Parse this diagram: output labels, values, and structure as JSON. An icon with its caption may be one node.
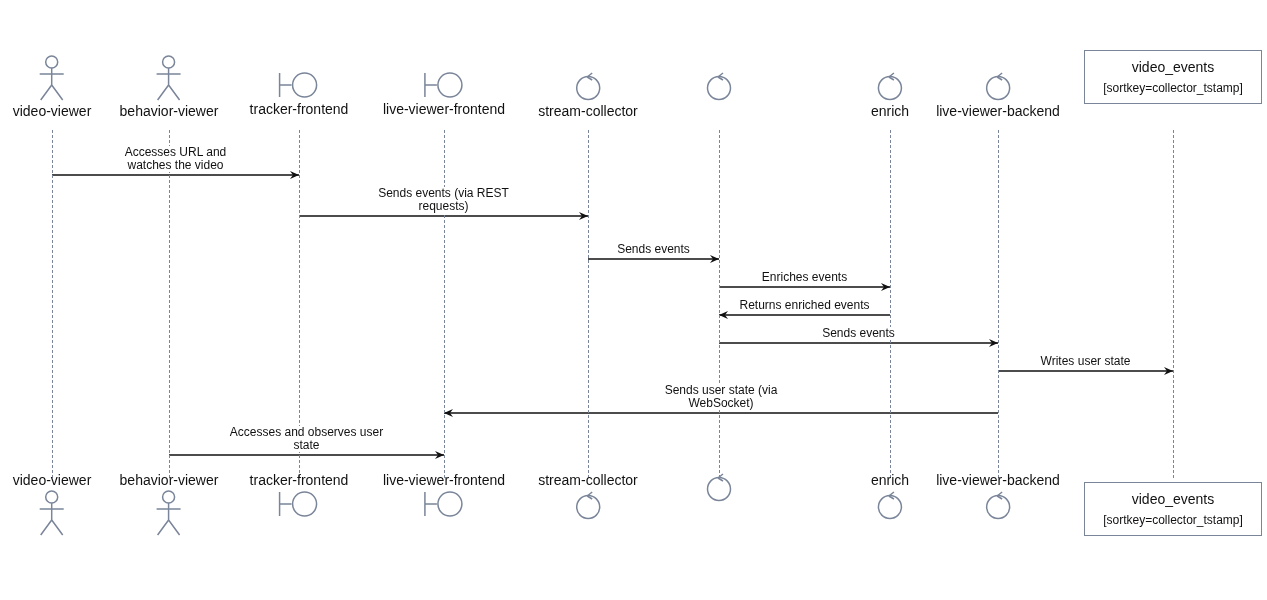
{
  "diagram": {
    "nodes": [
      {
        "text": [
          "video-viewer"
        ]
      },
      {
        "text": [
          "behavior-viewer"
        ]
      },
      {
        "text": [
          "tracker-frontend"
        ]
      },
      {
        "text": [
          "live-viewer-frontend"
        ]
      },
      {
        "text": [
          "stream-collector"
        ]
      },
      {
        "text": [],
        "shape": "circle"
      },
      {
        "text": [
          "enrich"
        ]
      },
      {
        "text": [
          "live-viewer-backend"
        ]
      },
      {
        "text": [
          "video_events",
          "[sortkey=collector_tstamp]"
        ]
      },
      {
        "text": [],
        "shape": "bar"
      },
      {
        "text": [],
        "shape": "bar"
      },
      {
        "text": [],
        "shape": "bar"
      },
      {
        "text": [],
        "shape": "bar"
      },
      {
        "text": [],
        "shape": "bar"
      },
      {
        "text": [],
        "shape": "bar"
      },
      {
        "text": [],
        "shape": "bar"
      },
      {
        "text": [],
        "shape": "bar"
      },
      {
        "text": [],
        "shape": "bar"
      },
      {
        "text": [
          "video-viewer"
        ]
      },
      {
        "text": [
          "behavior-viewer"
        ]
      },
      {
        "text": [
          "tracker-frontend"
        ]
      },
      {
        "text": [
          "live-viewer-frontend"
        ]
      },
      {
        "text": [
          "stream-collector"
        ]
      },
      {
        "text": [],
        "shape": "circle"
      },
      {
        "text": [
          "enrich"
        ]
      },
      {
        "text": [
          "live-viewer-backend"
        ]
      },
      {
        "text": [
          "video_events",
          "[sortkey=collector_tstamp]"
        ]
      }
    ],
    "edges": [
      {
        "from": 9,
        "to": 11,
        "arrow": "to",
        "label": "Accesses URL and watches the video"
      },
      {
        "from": 11,
        "to": 13,
        "arrow": "to",
        "label": "Sends events (via REST requests)"
      },
      {
        "from": 13,
        "to": 14,
        "arrow": "to",
        "label": "Sends events"
      },
      {
        "from": 14,
        "to": 15,
        "arrow": "to",
        "label": "Enriches events"
      },
      {
        "from": 15,
        "to": 14,
        "arrow": "to",
        "label": "Returns enriched events"
      },
      {
        "from": 14,
        "to": 16,
        "arrow": "to",
        "label": "Sends events"
      },
      {
        "from": 16,
        "to": 17,
        "arrow": "to",
        "label": "Writes user state"
      },
      {
        "from": 16,
        "to": 12,
        "arrow": "to",
        "label": "Sends user state (via WebSocket)"
      },
      {
        "from": 10,
        "to": 12,
        "arrow": "to",
        "label": "Accesses and observes user state"
      }
    ]
  }
}
